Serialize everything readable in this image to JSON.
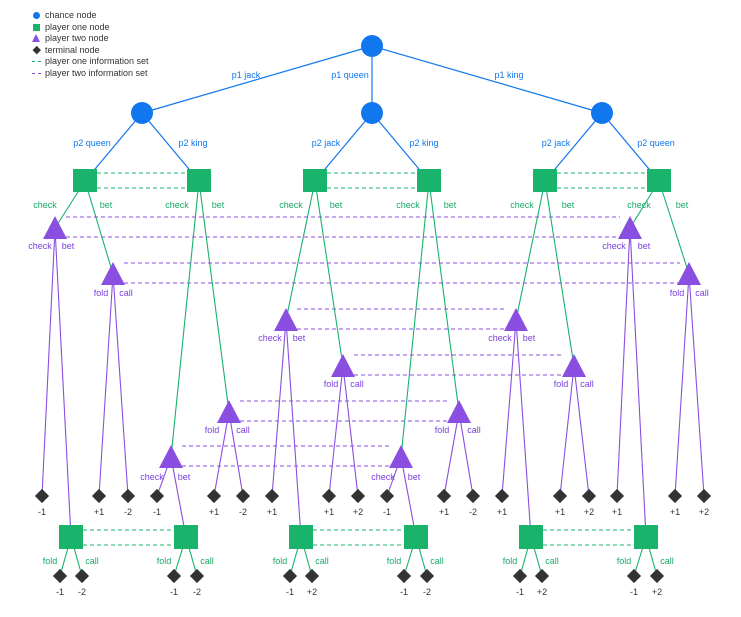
{
  "legend": {
    "chance_node": "chance node",
    "player_one_node": "player one node",
    "player_two_node": "player two node",
    "terminal_node": "terminal node",
    "player_one_info_set": "player one information set",
    "player_two_info_set": "player two information set"
  },
  "colors": {
    "chance": "#1177ee",
    "player_one": "#19b36b",
    "player_two": "#8a4fe0",
    "terminal": "#333333"
  },
  "chance_labels": {
    "p1_jack": "p1 jack",
    "p1_queen": "p1 queen",
    "p1_king": "p1 king",
    "p2_jack": "p2 jack",
    "p2_queen": "p2 queen",
    "p2_king": "p2 king"
  },
  "action_labels": {
    "check": "check",
    "bet": "bet",
    "fold": "fold",
    "call": "call"
  },
  "payoffs": {
    "row1": [
      "-1",
      "+1",
      "-2",
      "-1",
      "+1",
      "-2",
      "+1",
      "+1",
      "+2",
      "-1",
      "+1",
      "-2",
      "+1",
      "+1",
      "+2",
      "+1",
      "+1",
      "+2"
    ],
    "row2": [
      "-1",
      "-2",
      "-1",
      "-2",
      "-1",
      "+2",
      "-1",
      "-2",
      "-1",
      "+2",
      "-1",
      "+2"
    ]
  }
}
